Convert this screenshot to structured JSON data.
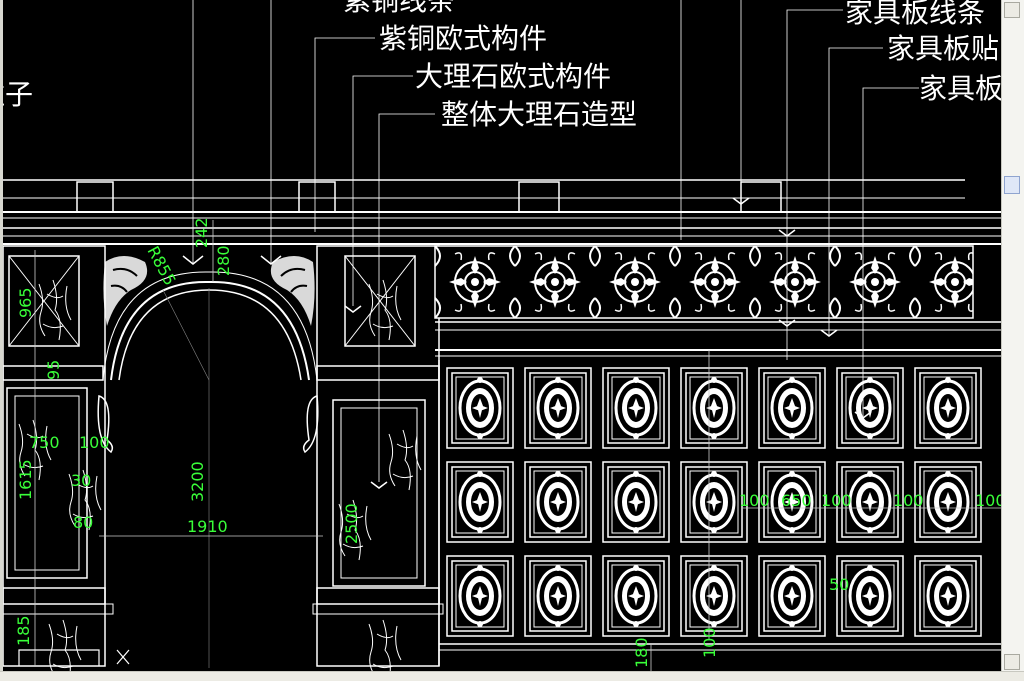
{
  "labels": {
    "zitong_xiantiao": "紫铜线条",
    "zitong_goujian": "紫铜欧式构件",
    "dalishi_goujian": "大理石欧式构件",
    "zhengti_dalishi": "整体大理石造型",
    "zhuzi": "柱子",
    "jiaju_xiantiao": "家具板线条",
    "jiaju_tie": "家具板贴",
    "jiaju_ban": "家具板"
  },
  "dimensions": {
    "r": "R855",
    "d280": "280",
    "d242": "242",
    "d965": "965",
    "d95": "95",
    "d750": "750",
    "d100a": "100",
    "d1615": "1615",
    "d30": "30",
    "d80": "80",
    "d3200": "3200",
    "d1910": "1910",
    "d2500": "2500",
    "d185": "185",
    "d100b": "100",
    "d650": "650",
    "d100c": "100",
    "d100d": "100",
    "d100e": "100",
    "d50": "50",
    "d180": "180",
    "d100f": "100"
  },
  "colors": {
    "background": "#000000",
    "linework": "#ffffff",
    "dimension": "#39ff39"
  }
}
